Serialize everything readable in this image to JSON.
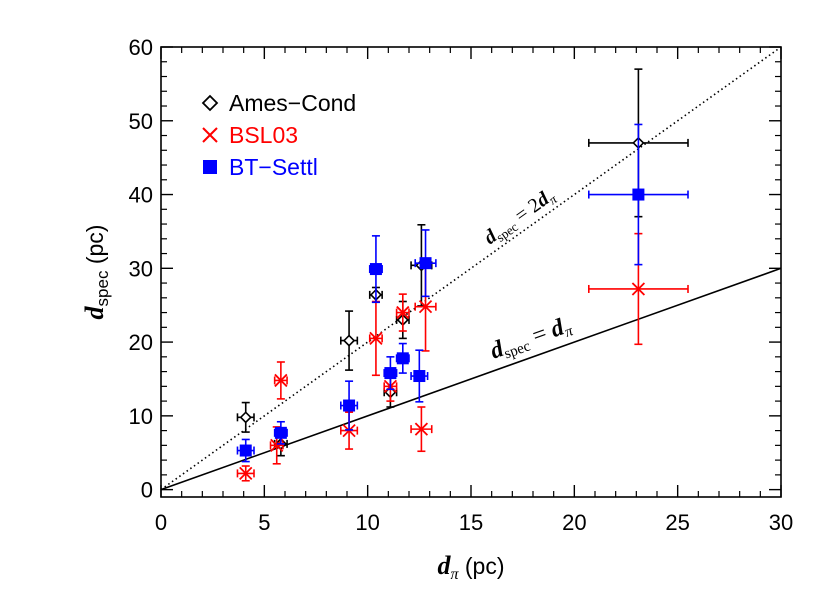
{
  "chart_data": {
    "type": "scatter",
    "xlim": [
      0,
      30
    ],
    "ylim": [
      -1,
      60
    ],
    "xticks": [
      0,
      5,
      10,
      15,
      20,
      25,
      30
    ],
    "yticks": [
      0,
      10,
      20,
      30,
      40,
      50,
      60
    ],
    "xlabel": {
      "main": "d",
      "sub": "π",
      "unit": " (pc)"
    },
    "ylabel": {
      "main": "d",
      "sub": "spec",
      "unit": " (pc)"
    },
    "grid": false,
    "legend_position": "top-left",
    "reference_lines": [
      {
        "slope": 1,
        "style": "solid",
        "label": {
          "main": "d",
          "sub": "spec",
          "eq": " = ",
          "rhs": "d",
          "rhs_sub": "π"
        }
      },
      {
        "slope": 2,
        "style": "dotted",
        "label": {
          "main": "d",
          "sub": "spec",
          "eq": " = 2",
          "rhs": "d",
          "rhs_sub": "π"
        }
      }
    ],
    "series": [
      {
        "name": "Ames−Cond",
        "marker": "diamond",
        "color": "#000000",
        "points": [
          {
            "x": 4.1,
            "y": 9.8,
            "xerr": 0.4,
            "yerr": 2.0
          },
          {
            "x": 5.8,
            "y": 6.2,
            "xerr": 0.3,
            "yerr": 1.6
          },
          {
            "x": 9.1,
            "y": 20.2,
            "xerr": 0.4,
            "yerr": 4.0
          },
          {
            "x": 10.4,
            "y": 26.4,
            "xerr": 0.3,
            "yerr": 1.0
          },
          {
            "x": 11.1,
            "y": 13.2,
            "xerr": 0.3,
            "yerr": 2.0
          },
          {
            "x": 11.7,
            "y": 23.0,
            "xerr": 0.3,
            "yerr": 2.5
          },
          {
            "x": 12.6,
            "y": 30.4,
            "xerr": 0.5,
            "yerr": 5.5
          },
          {
            "x": 23.1,
            "y": 47.0,
            "xerr": 2.4,
            "yerr": 10.0
          }
        ]
      },
      {
        "name": "BSL03",
        "marker": "x",
        "color": "#ff0000",
        "points": [
          {
            "x": 4.1,
            "y": 2.2,
            "xerr": 0.4,
            "yerr": 1.0
          },
          {
            "x": 5.6,
            "y": 6.0,
            "xerr": 0.3,
            "yerr": 2.5
          },
          {
            "x": 5.8,
            "y": 14.8,
            "xerr": 0.3,
            "yerr": 2.5
          },
          {
            "x": 9.1,
            "y": 8.0,
            "xerr": 0.4,
            "yerr": 2.5
          },
          {
            "x": 10.4,
            "y": 20.5,
            "xerr": 0.3,
            "yerr": 5.0
          },
          {
            "x": 11.1,
            "y": 14.0,
            "xerr": 0.3,
            "yerr": 2.0
          },
          {
            "x": 11.7,
            "y": 24.0,
            "xerr": 0.3,
            "yerr": 2.5
          },
          {
            "x": 12.6,
            "y": 8.2,
            "xerr": 0.5,
            "yerr": 3.0
          },
          {
            "x": 12.8,
            "y": 24.8,
            "xerr": 0.5,
            "yerr": 6.0
          },
          {
            "x": 23.1,
            "y": 27.2,
            "xerr": 2.4,
            "yerr": 7.5
          }
        ]
      },
      {
        "name": "BT−Settl",
        "marker": "square",
        "color": "#0000ff",
        "points": [
          {
            "x": 4.1,
            "y": 5.3,
            "xerr": 0.4,
            "yerr": 1.5
          },
          {
            "x": 5.8,
            "y": 7.7,
            "xerr": 0.3,
            "yerr": 1.5
          },
          {
            "x": 9.1,
            "y": 11.4,
            "xerr": 0.4,
            "yerr": 3.3
          },
          {
            "x": 10.4,
            "y": 29.9,
            "xerr": 0.3,
            "yerr": 4.5
          },
          {
            "x": 11.1,
            "y": 15.8,
            "xerr": 0.3,
            "yerr": 2.2
          },
          {
            "x": 11.7,
            "y": 17.8,
            "xerr": 0.3,
            "yerr": 2.0
          },
          {
            "x": 12.5,
            "y": 15.4,
            "xerr": 0.4,
            "yerr": 3.5
          },
          {
            "x": 12.8,
            "y": 30.7,
            "xerr": 0.5,
            "yerr": 4.5
          },
          {
            "x": 23.1,
            "y": 40.0,
            "xerr": 2.4,
            "yerr": 9.5
          }
        ]
      }
    ]
  }
}
